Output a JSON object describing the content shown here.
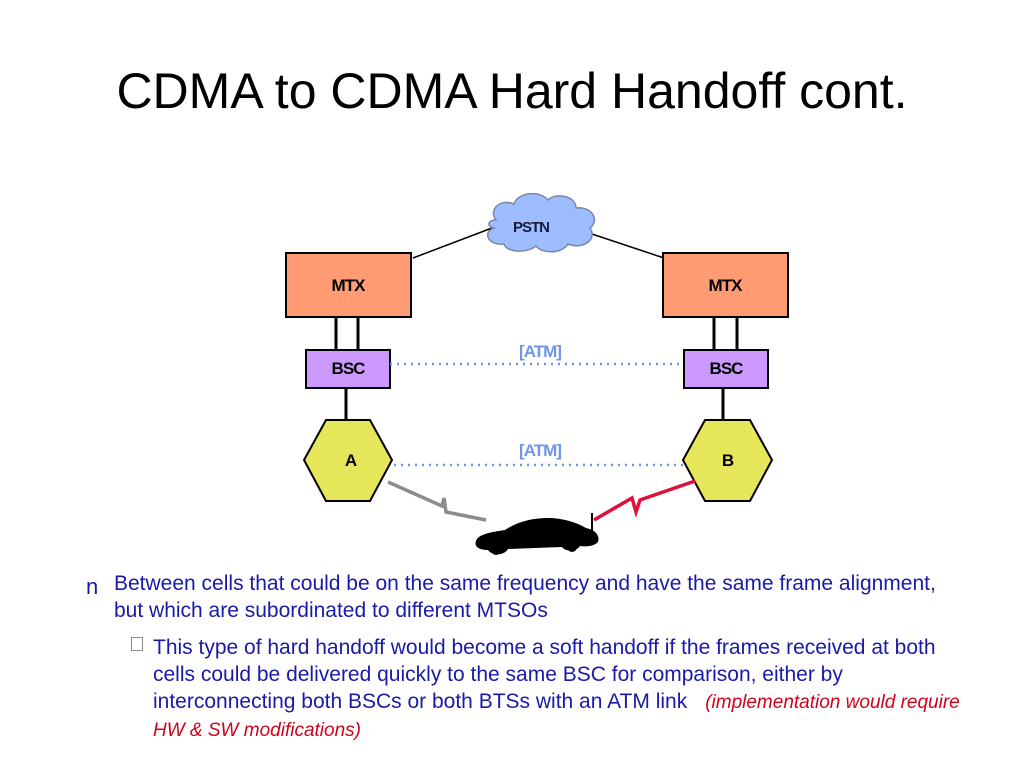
{
  "title": "CDMA to CDMA Hard Handoff cont.",
  "diagram": {
    "pstn": "PSTN",
    "mtx_left": "MTX",
    "mtx_right": "MTX",
    "bsc_left": "BSC",
    "bsc_right": "BSC",
    "atm_top": "[ATM]",
    "atm_bottom": "[ATM]",
    "cell_a": "A",
    "cell_b": "B"
  },
  "bullets": {
    "level1": "Between cells that could be on the same frequency and have the same frame alignment, but which are subordinated to different MTSOs",
    "level2": "This type of hard handoff would become a soft handoff if the frames received at both cells could be delivered quickly to the same BSC for comparison, either by interconnecting both BSCs or both BTSs with an ATM link",
    "level2_note": "(implementation would require HW & SW modifications)"
  },
  "colors": {
    "mtx_fill": "#FF9C73",
    "bsc_fill": "#CC99FF",
    "cell_fill": "#E6E65A",
    "cloud_fill": "#9DBDFF",
    "atm_link": "#6F95E8",
    "radio_old": "#8C8C8C",
    "radio_new": "#E0103C",
    "text_blue": "#1A1AA8",
    "note_red": "#D0021B"
  }
}
